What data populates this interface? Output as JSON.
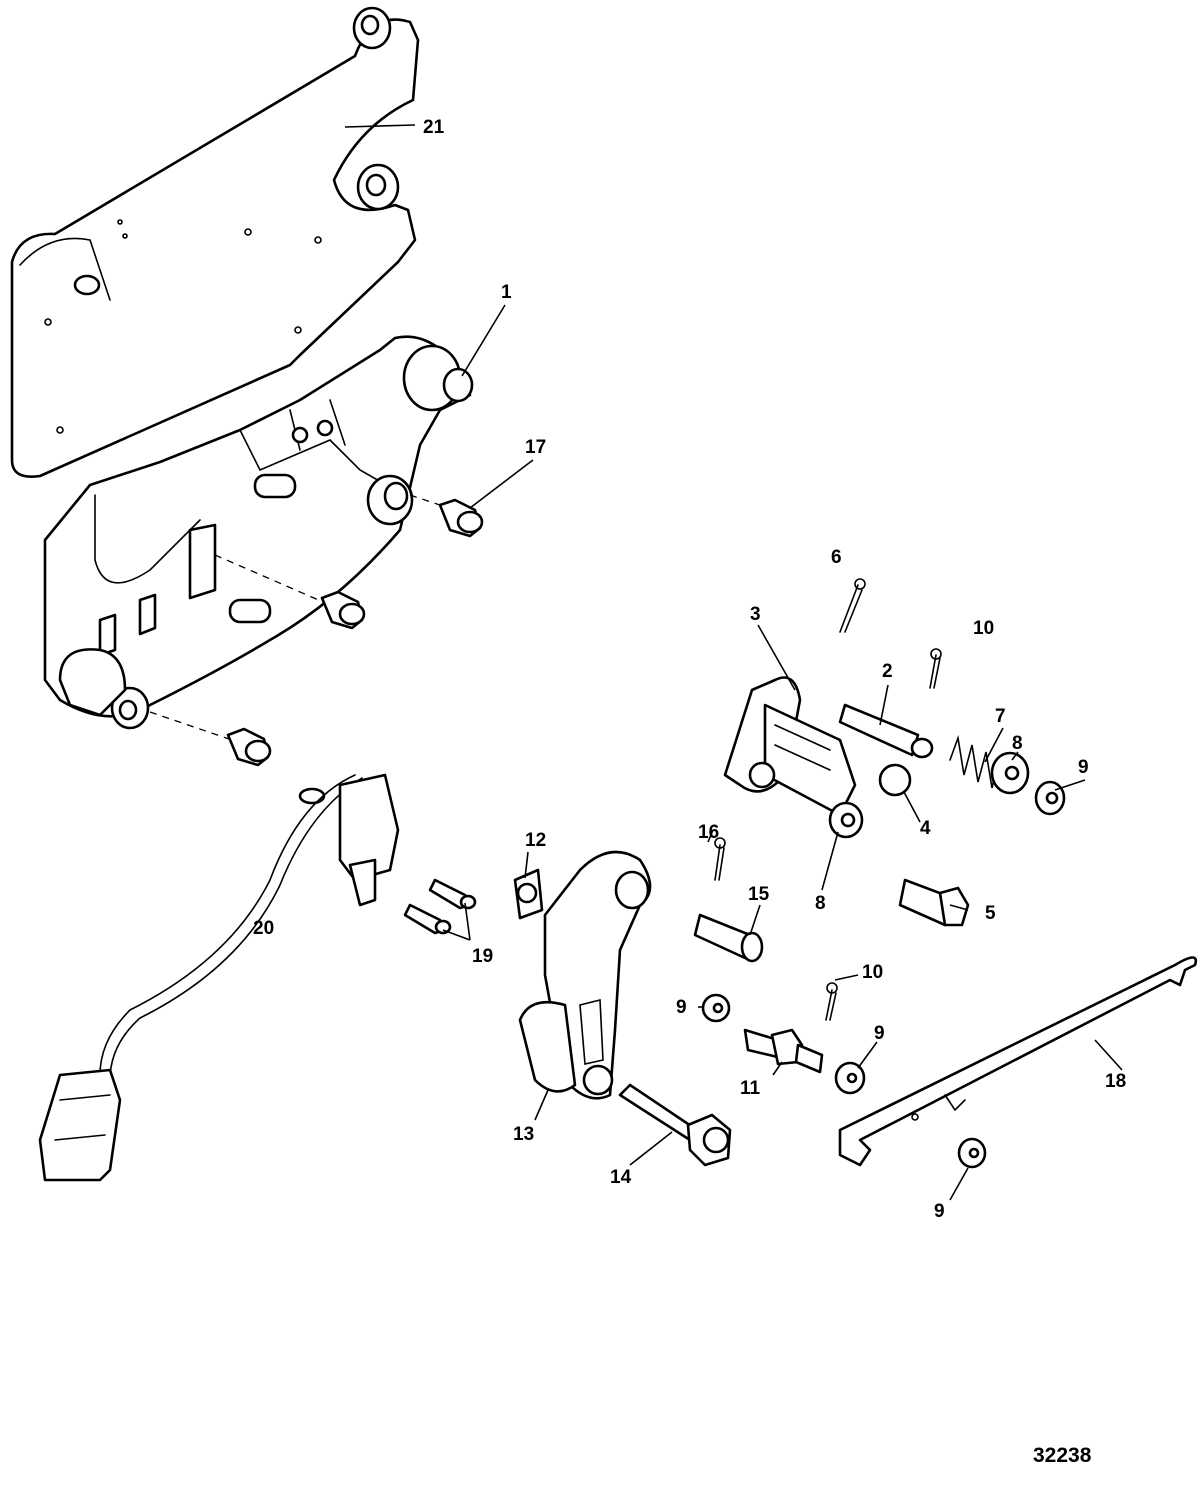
{
  "diagram": {
    "figure_number": "32238",
    "callouts": [
      "1",
      "2",
      "3",
      "4",
      "5",
      "6",
      "7",
      "8",
      "8",
      "9",
      "9",
      "9",
      "9",
      "10",
      "10",
      "11",
      "12",
      "13",
      "14",
      "15",
      "16",
      "17",
      "18",
      "19",
      "20",
      "21"
    ]
  }
}
